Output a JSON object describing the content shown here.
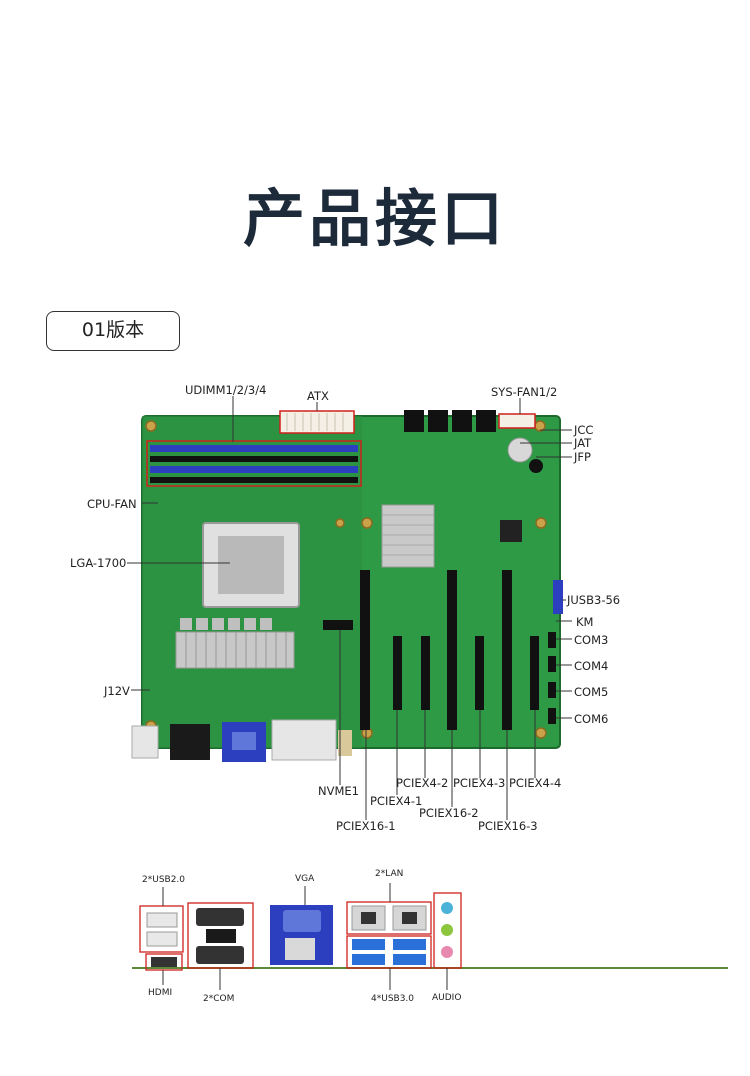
{
  "page_title": "产品接口",
  "version_label": "01版本",
  "board_labels": {
    "udimm": "UDIMM1/2/3/4",
    "atx": "ATX",
    "sys_fan": "SYS-FAN1/2",
    "jcc": "JCC",
    "jat": "JAT",
    "jfp": "JFP",
    "cpu_fan": "CPU-FAN",
    "lga": "LGA-1700",
    "jusb": "JUSB3-56",
    "km": "KM",
    "com3": "COM3",
    "com4": "COM4",
    "com5": "COM5",
    "com6": "COM6",
    "j12v": "J12V",
    "nvme": "NVME1",
    "pciex4_1": "PCIEX4-1",
    "pciex4_2": "PCIEX4-2",
    "pciex4_3": "PCIEX4-3",
    "pciex4_4": "PCIEX4-4",
    "pciex16_1": "PCIEX16-1",
    "pciex16_2": "PCIEX16-2",
    "pciex16_3": "PCIEX16-3"
  },
  "io_labels": {
    "usb2": "2*USB2.0",
    "hdmi": "HDMI",
    "com": "2*COM",
    "vga": "VGA",
    "lan": "2*LAN",
    "usb3": "4*USB3.0",
    "audio": "AUDIO"
  },
  "colors": {
    "title": "#1c2a3a",
    "pcb_green": "#2e9a45",
    "pcb_dark": "#1f7a34",
    "dimm_blue": "#2b3fbf",
    "highlight_red": "#d0211c",
    "leader": "#333333"
  }
}
